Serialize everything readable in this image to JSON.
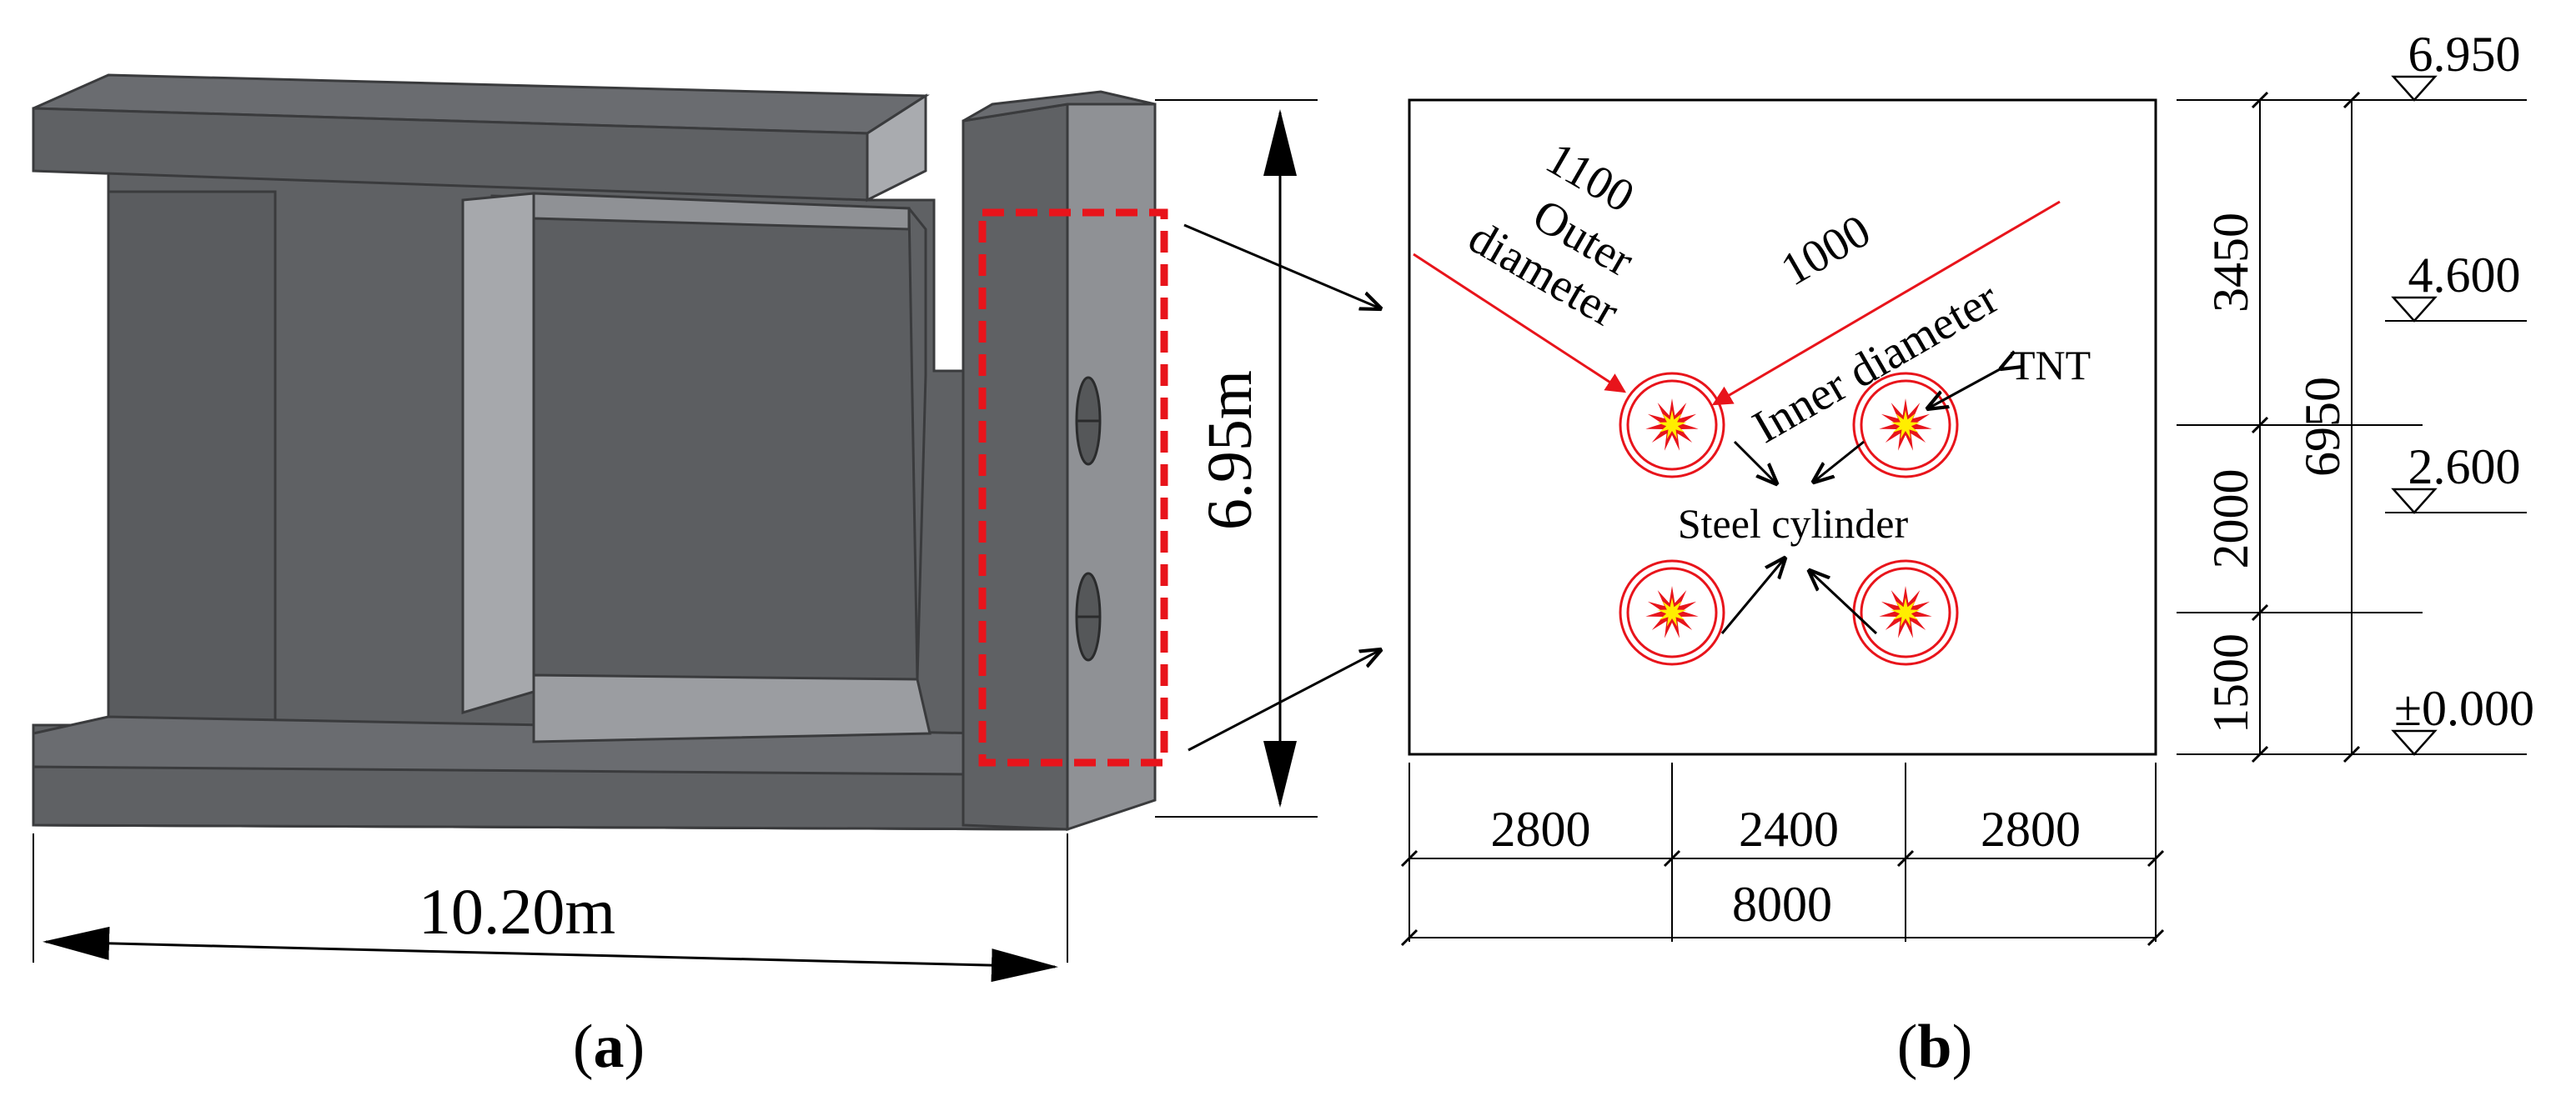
{
  "panel_a": {
    "caption": "(a)",
    "caption_letter": "a",
    "width_label": "10.20m",
    "height_label": "6.95m",
    "model_color": "#5f6164",
    "model_face_color": "#8f9195",
    "highlight_color": "#e8141b"
  },
  "panel_b": {
    "caption": "(b)",
    "caption_letter": "b",
    "labels": {
      "outer_value": "1100",
      "outer_word": "Outer",
      "outer_word2": "diameter",
      "inner_value": "1000",
      "inner_text": "Inner diameter",
      "tnt": "TNT",
      "steel": "Steel cylinder"
    },
    "bottom_dims": [
      "2800",
      "2400",
      "2800"
    ],
    "bottom_total": "8000",
    "left_dims": [
      "3450",
      "2000",
      "1500"
    ],
    "total_height": "6950",
    "elevations": [
      "6.950",
      "4.600",
      "2.600",
      "±0.000"
    ],
    "circle_color": "#e8141b",
    "burst_color": "#ffee00"
  }
}
